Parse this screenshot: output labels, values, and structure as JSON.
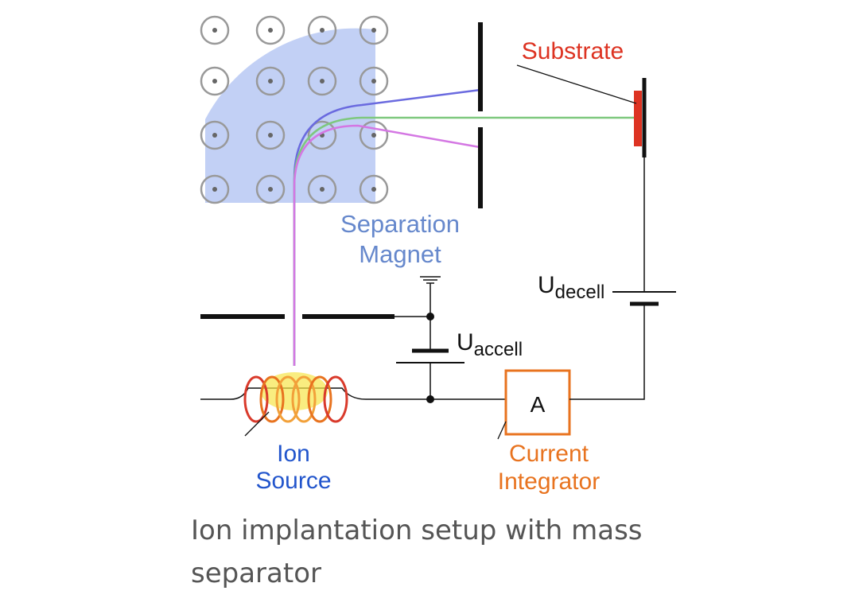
{
  "diagram": {
    "labels": {
      "substrate": "Substrate",
      "separation_magnet_line1": "Separation",
      "separation_magnet_line2": "Magnet",
      "u_decel_base": "U",
      "u_decel_sub": "decell",
      "u_accel_base": "U",
      "u_accel_sub": "accell",
      "ammeter": "A",
      "current_integrator_line1": "Current",
      "current_integrator_line2": "Integrator",
      "ion_source_line1": "Ion",
      "ion_source_line2": "Source"
    },
    "colors": {
      "substrate": "#dd3322",
      "separation_magnet": "#6688cc",
      "magnet_field": "#b7c8f3",
      "ion_source": "#2255cc",
      "current_integrator": "#e8731f",
      "beam_blue": "#6a6adf",
      "beam_green": "#7ec87e",
      "beam_pink": "#d477e3",
      "wire": "#111111"
    }
  },
  "caption": "Ion implantation setup with mass separator"
}
